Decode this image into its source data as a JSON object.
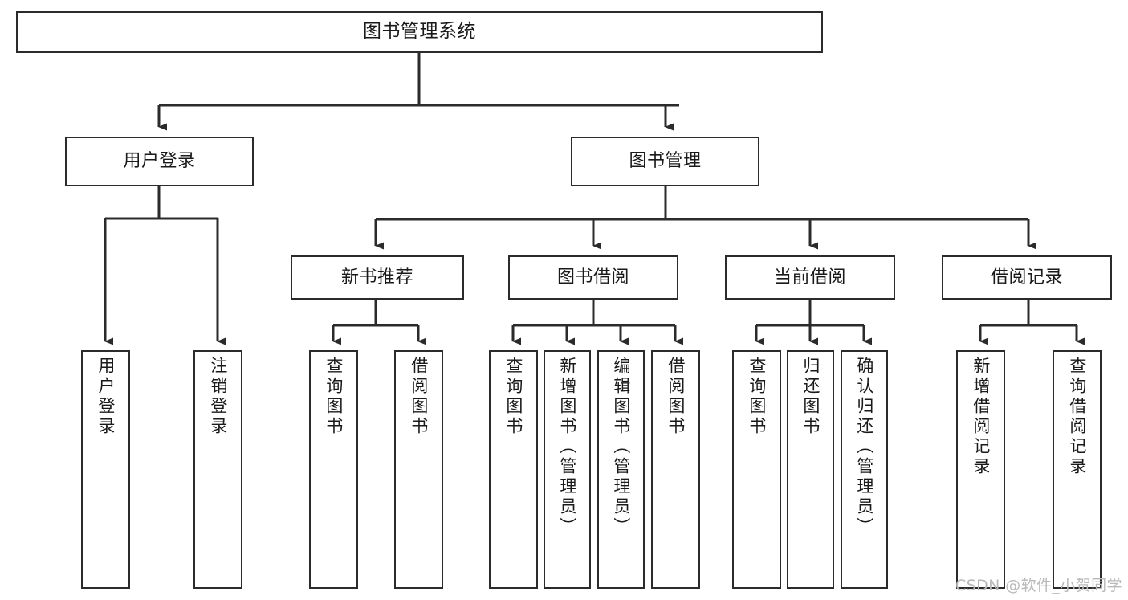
{
  "diagram": {
    "title": "图书管理系统",
    "type": "tree-hierarchy",
    "nodes": {
      "root": {
        "label": "图书管理系统"
      },
      "level1": [
        {
          "id": "user-login",
          "label": "用户登录"
        },
        {
          "id": "book-management",
          "label": "图书管理"
        }
      ],
      "level2": [
        {
          "id": "new-book-recommend",
          "label": "新书推荐",
          "parent": "book-management"
        },
        {
          "id": "book-borrow",
          "label": "图书借阅",
          "parent": "book-management"
        },
        {
          "id": "current-borrow",
          "label": "当前借阅",
          "parent": "book-management"
        },
        {
          "id": "borrow-record",
          "label": "借阅记录",
          "parent": "book-management"
        }
      ],
      "leaves": [
        {
          "id": "leaf-user-login",
          "label": "用户登录",
          "parent": "user-login"
        },
        {
          "id": "leaf-logout-login",
          "label": "注销登录",
          "parent": "user-login"
        },
        {
          "id": "leaf-query-book-1",
          "label": "查询图书",
          "parent": "new-book-recommend"
        },
        {
          "id": "leaf-borrow-book-1",
          "label": "借阅图书",
          "parent": "new-book-recommend"
        },
        {
          "id": "leaf-query-book-2",
          "label": "查询图书",
          "parent": "book-borrow"
        },
        {
          "id": "leaf-add-book",
          "label": "新增图书（管理员）",
          "parent": "book-borrow"
        },
        {
          "id": "leaf-edit-book",
          "label": "编辑图书（管理员）",
          "parent": "book-borrow"
        },
        {
          "id": "leaf-borrow-book-2",
          "label": "借阅图书",
          "parent": "book-borrow"
        },
        {
          "id": "leaf-query-book-3",
          "label": "查询图书",
          "parent": "current-borrow"
        },
        {
          "id": "leaf-return-book",
          "label": "归还图书",
          "parent": "current-borrow"
        },
        {
          "id": "leaf-confirm-return",
          "label": "确认归还（管理员）",
          "parent": "current-borrow"
        },
        {
          "id": "leaf-add-record",
          "label": "新增借阅记录",
          "parent": "borrow-record"
        },
        {
          "id": "leaf-query-record",
          "label": "查询借阅记录",
          "parent": "borrow-record"
        }
      ]
    },
    "colors": {
      "stroke": "#2b2b2b",
      "fill": "#ffffff",
      "text": "#1a1a1a",
      "watermark": "#b9b9b9"
    }
  },
  "watermark": {
    "text": "CSDN @软件_小贺同学"
  }
}
